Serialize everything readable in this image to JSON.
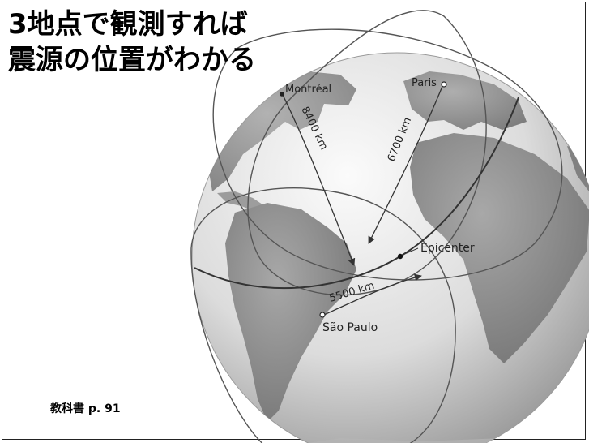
{
  "title": {
    "line1": "3地点で観測すれば",
    "line2": "震源の位置がわかる"
  },
  "diagram": {
    "stations": {
      "montreal": "Montréal",
      "paris": "Paris",
      "sao_paulo": "São Paulo"
    },
    "epicenter_label": "Epicenter",
    "distances": {
      "montreal": "8400 km",
      "paris": "6700 km",
      "sao_paulo": "5500 km"
    }
  },
  "reference": "教科書 p. 91",
  "colors": {
    "ocean_light": "#f4f4f4",
    "ocean_dark": "#9a9a9a",
    "land": "#8c8c8c",
    "circle_line": "#555555"
  }
}
